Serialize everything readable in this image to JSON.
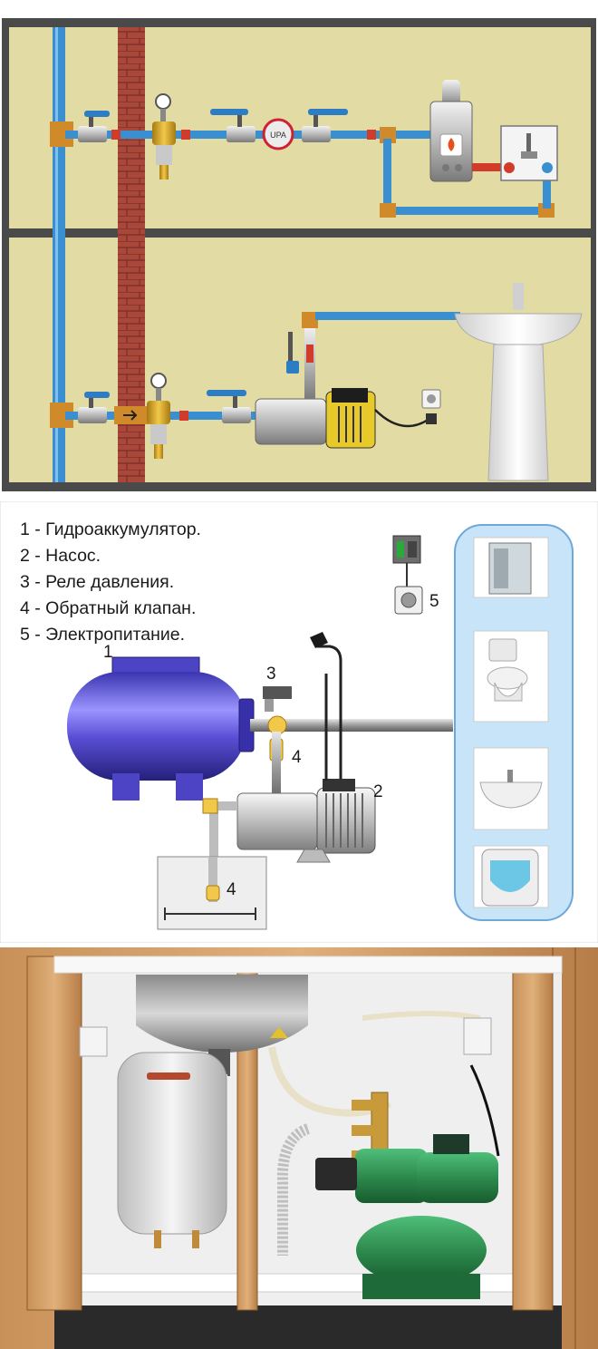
{
  "legend": {
    "items": [
      "1 - Гидроаккумулятор.",
      "2 - Насос.",
      "3 - Реле давления.",
      "4 - Обратный клапан.",
      "5 - Электропитание."
    ]
  },
  "callouts": {
    "n1": "1",
    "n2": "2",
    "n3": "3",
    "n4a": "4",
    "n4b": "4",
    "n5": "5"
  },
  "pump_label": "UPA",
  "colors": {
    "wall": "#e3dba4",
    "frame": "#4a4a4a",
    "brick": "#a8473a",
    "pipe_blue": "#3a8fd0",
    "pipe_red": "#d23a2a",
    "tank_blue": "#5a4fd6",
    "consumer_panel": "#c8e4f8",
    "pump_green": "#2e8b4e"
  }
}
